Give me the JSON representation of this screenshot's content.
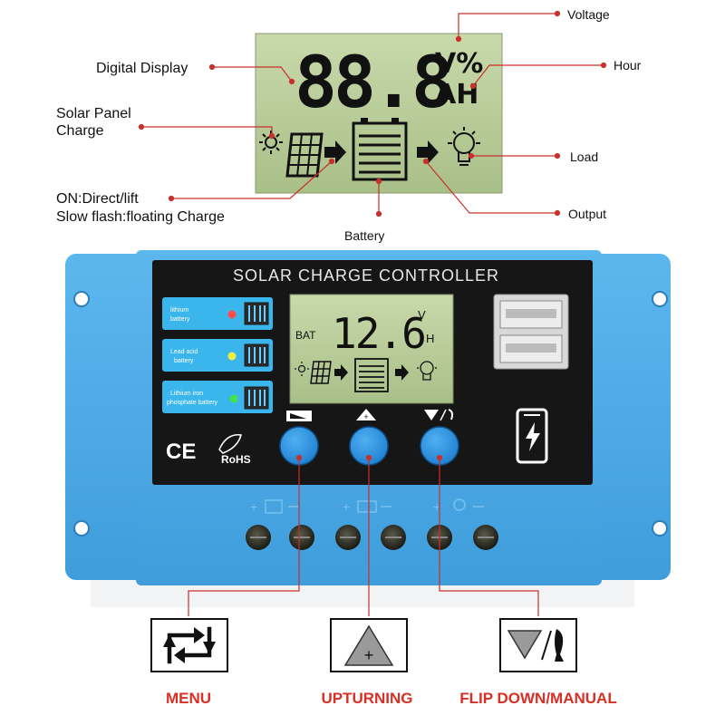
{
  "top_diagram": {
    "digits": "88.8",
    "unit_top": "V%",
    "unit_bottom": "AH",
    "labels": {
      "voltage": "Voltage",
      "hour": "Hour",
      "digital_display": "Digital Display",
      "solar_panel_line1": "Solar Panel",
      "solar_panel_line2": "Charge",
      "load": "Load",
      "on_direct_line1": "ON:Direct/lift",
      "on_direct_line2": "Slow flash:floating Charge",
      "output": "Output",
      "battery": "Battery"
    }
  },
  "controller": {
    "title": "SOLAR CHARGE CONTROLLER",
    "lcd_bat": "BAT",
    "lcd_value": "12.6",
    "lcd_v": "V",
    "lcd_h": "H",
    "battery_types": [
      {
        "line1": "lithium",
        "line2": "battery",
        "led_color": "#ff4a4a"
      },
      {
        "line1": "Lead acid",
        "line2": "battery",
        "led_color": "#e8f040"
      },
      {
        "line1": "Lithium iron",
        "line2": "phosphate battery",
        "led_color": "#44e04a"
      }
    ],
    "ce_mark": "CE",
    "rohs": "RoHS"
  },
  "buttons": [
    {
      "label": "MENU",
      "icon": "menu-cycle-icon"
    },
    {
      "label": "UPTURNING",
      "icon": "up-plus-icon"
    },
    {
      "label": "FLIP DOWN/MANUAL",
      "icon": "down-manual-icon"
    }
  ],
  "colors": {
    "callout_line": "#c9302c",
    "button_label": "#d93025",
    "case_blue": "#4aa9e6",
    "panel_black": "#161616",
    "lcd_green": "#b8cc98"
  }
}
